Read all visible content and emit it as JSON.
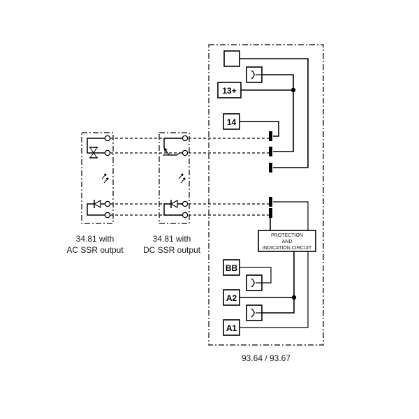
{
  "diagram": {
    "type": "wiring-diagram",
    "colors": {
      "line": "#000000",
      "background": "#ffffff"
    },
    "modules": [
      {
        "id": "ac-ssr",
        "caption_line1": "34.81 with",
        "caption_line2": "AC SSR output",
        "output_element": "triac-icon",
        "input_element": "led-diode-icon"
      },
      {
        "id": "dc-ssr",
        "caption_line1": "34.81 with",
        "caption_line2": "DC SSR output",
        "output_element": "transistor-icon",
        "input_element": "led-diode-icon"
      }
    ],
    "socket": {
      "caption": "93.64 / 93.67",
      "terminals": {
        "t13": "13+",
        "t14": "14",
        "bb": "BB",
        "a2": "A2",
        "a1": "A1"
      },
      "protection_circuit": {
        "line1": "PROTECTION",
        "line2": "AND",
        "line3": "INDICATION CIRCUIT"
      }
    }
  }
}
